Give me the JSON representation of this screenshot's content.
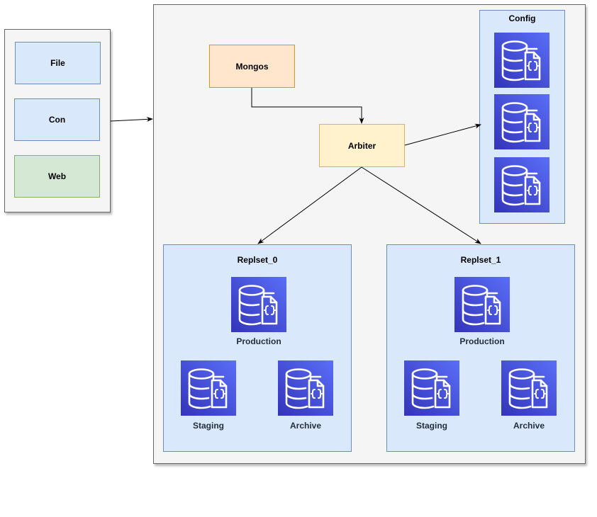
{
  "clients": {
    "file": "File",
    "con": "Con",
    "web": "Web"
  },
  "cluster": {
    "mongos": "Mongos",
    "arbiter": "Arbiter",
    "config": {
      "title": "Config"
    },
    "replset_0": {
      "title": "Replset_0",
      "production": "Production",
      "staging": "Staging",
      "archive": "Archive"
    },
    "replset_1": {
      "title": "Replset_1",
      "production": "Production",
      "staging": "Staging",
      "archive": "Archive"
    }
  },
  "icons": {
    "database": "document-database-icon"
  },
  "colors": {
    "client_blue": "#dae8fc",
    "client_green": "#d5e8d4",
    "mongos": "#ffe6cc",
    "arbiter": "#fff2cc",
    "db_icon_light": "#5a6ef7",
    "db_icon_dark": "#3334b9"
  }
}
